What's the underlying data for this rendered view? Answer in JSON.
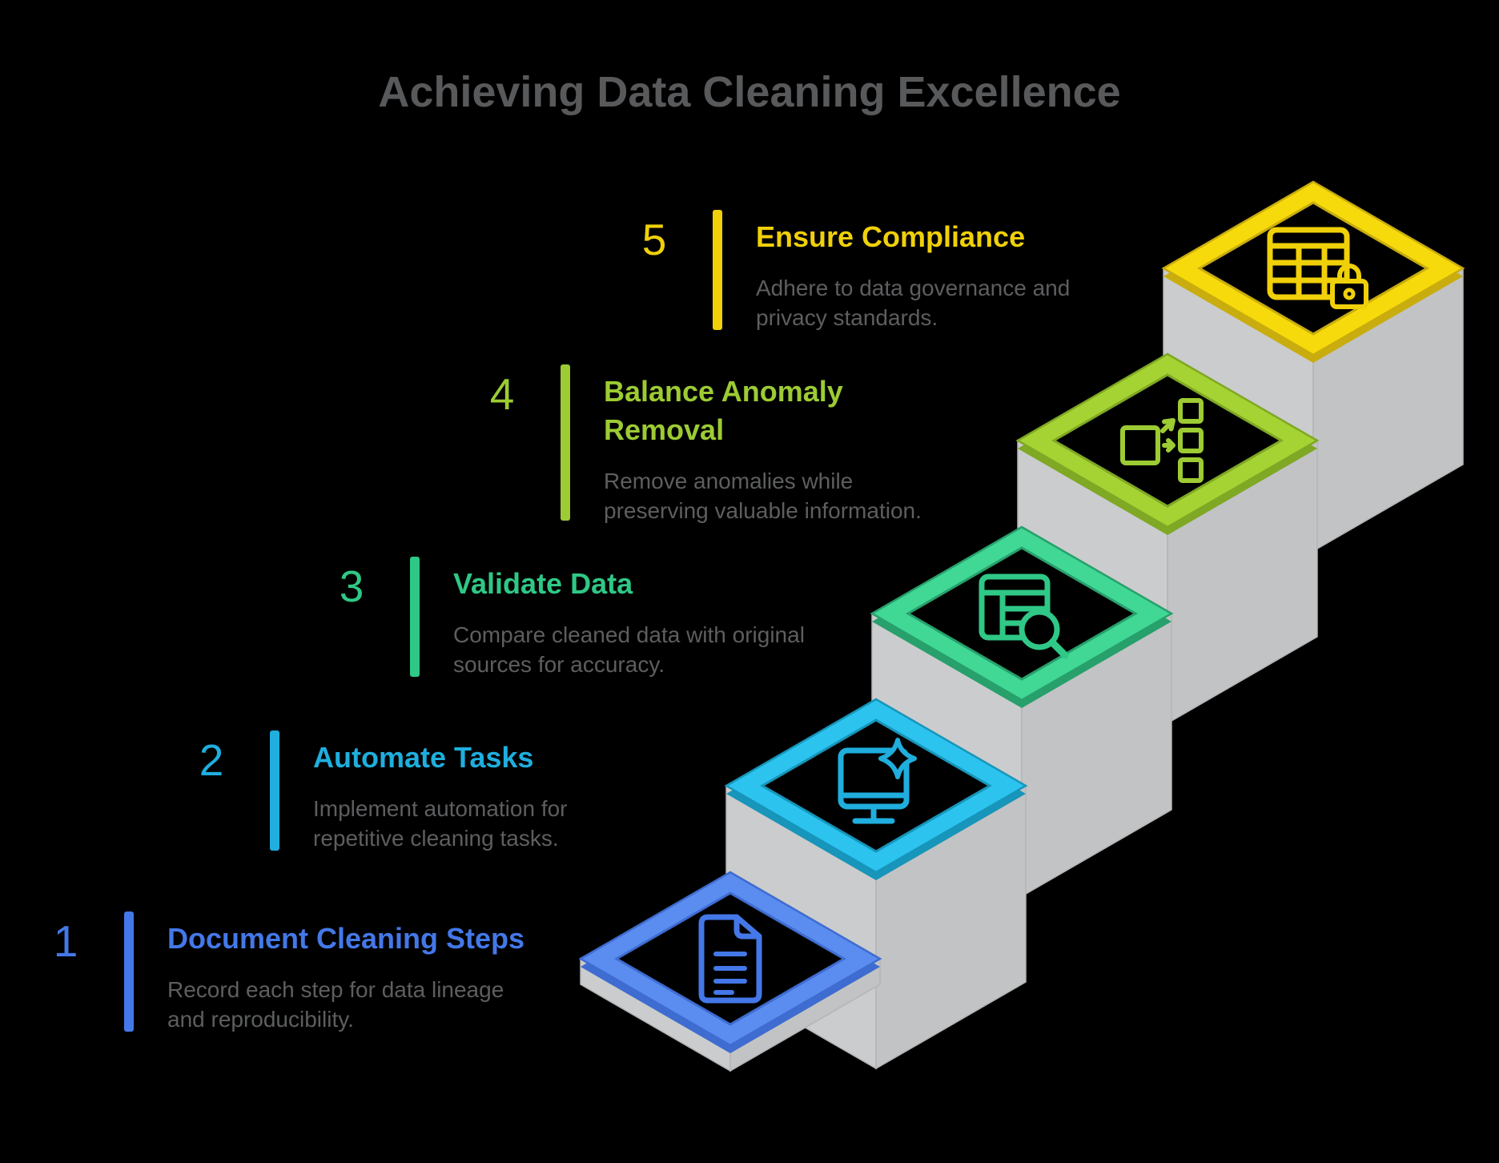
{
  "title": "Achieving Data Cleaning Excellence",
  "colors": {
    "background": "#000000",
    "title_text": "#58595b",
    "description_text": "#5d5e60",
    "platform_gray_light": "#cbcccd",
    "platform_gray_dark": "#c2c3c4",
    "platform_edge": "#b3b4b5"
  },
  "steps": [
    {
      "number": "1",
      "title": "Document Cleaning Steps",
      "description": "Record each step for data lineage\nand reproducibility.",
      "color": "#4478e8",
      "diamond_color": "#5b8cf0",
      "edge_color": "#3e6cd0",
      "icon": "document-icon"
    },
    {
      "number": "2",
      "title": "Automate Tasks",
      "description": "Implement automation for\nrepetitive cleaning tasks.",
      "color": "#1faede",
      "diamond_color": "#2cc3ef",
      "edge_color": "#1795ba",
      "icon": "monitor-sparkle-icon"
    },
    {
      "number": "3",
      "title": "Validate Data",
      "description": "Compare cleaned data with original\nsources for accuracy.",
      "color": "#2fc886",
      "diamond_color": "#41d795",
      "edge_color": "#27a06c",
      "icon": "table-search-icon"
    },
    {
      "number": "4",
      "title": "Balance Anomaly\nRemoval",
      "description": "Remove anomalies while\npreserving valuable information.",
      "color": "#9ccb33",
      "diamond_color": "#a5d333",
      "edge_color": "#7fa824",
      "icon": "distribute-icon"
    },
    {
      "number": "5",
      "title": "Ensure Compliance",
      "description": "Adhere to data governance and\nprivacy standards.",
      "color": "#f0d009",
      "diamond_color": "#f6da0b",
      "edge_color": "#c9ad0e",
      "icon": "table-lock-icon"
    }
  ]
}
